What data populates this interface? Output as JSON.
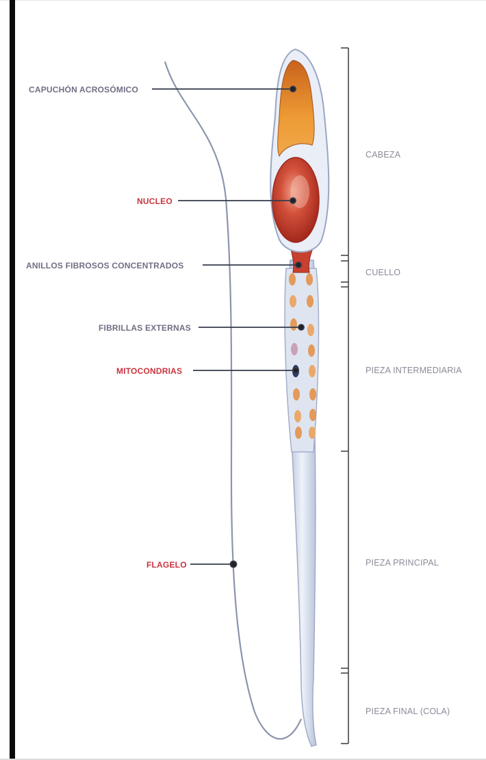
{
  "labels_left": {
    "acrosomal_cap": "CAPUCHÓN ACROSÓMICO",
    "nucleus": "NUCLEO",
    "fibrous_rings": "ANILLOS FIBROSOS CONCENTRADOS",
    "outer_fibrils": "FIBRILLAS EXTERNAS",
    "mitochondria": "MITOCONDRIAS",
    "flagellum": "FLAGELO"
  },
  "labels_right": {
    "head": "CABEZA",
    "neck": "CUELLO",
    "midpiece": "PIEZA INTERMEDIARIA",
    "principal_piece": "PIEZA PRINCIPAL",
    "end_piece": "PIEZA FINAL (COLA)"
  },
  "colors": {
    "highlight_label": "#c9343f",
    "normal_label": "#6f6f84",
    "section_label": "#8a8a98",
    "acrosome": "#e88a2a",
    "nucleus": "#c8412f",
    "membrane": "#c9d3e6",
    "bracket": "#444444"
  }
}
